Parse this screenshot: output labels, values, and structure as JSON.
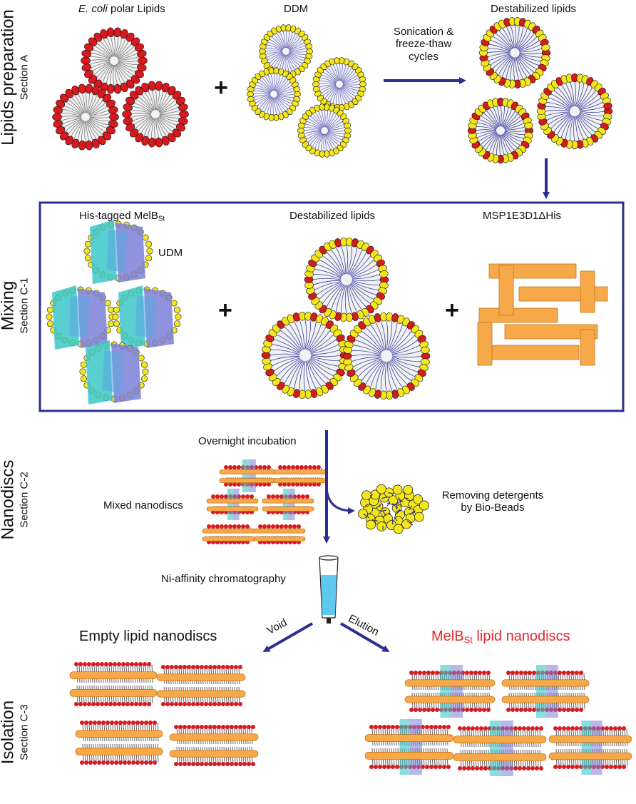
{
  "sections": {
    "a": {
      "title": "Lipids preparation",
      "subtitle": "Section A"
    },
    "c1": {
      "title": "Mixing",
      "subtitle": "Section C-1"
    },
    "c2": {
      "title": "Nanodiscs",
      "subtitle": "Section C-2"
    },
    "c3": {
      "title": "Isolation",
      "subtitle": "Section C-3"
    }
  },
  "labels": {
    "ecoli_italic": "E. coli",
    "ecoli_rest": " polar Lipids",
    "ddm": "DDM",
    "destab_top": "Destabilized lipids",
    "sonication_1": "Sonication &",
    "sonication_2": "freeze-thaw",
    "sonication_3": "cycles",
    "his_tagged_main": "His-tagged MelB",
    "his_tagged_sub": "St",
    "udm": "UDM",
    "destab_mix": "Destabilized lipids",
    "msp": "MSP1E3D1ΔHis",
    "overnight": "Overnight incubation",
    "mixed_nanodiscs": "Mixed nanodiscs",
    "removing_1": "Removing detergents",
    "removing_2": "by Bio-Beads",
    "ni_affinity": "Ni-affinity chromatography",
    "void": "Void",
    "elution": "Elution",
    "empty_nanodiscs": "Empty lipid nanodiscs",
    "melb_main": "MelB",
    "melb_sub": "St",
    "melb_rest": " lipid nanodiscs",
    "plus": "+"
  },
  "colors": {
    "arrow": "#2b2f8f",
    "lipid_head": "#d71920",
    "ddm_head": "#f4e61c",
    "msp_belt": "#f7a94a",
    "protein_cyan": "#3cc7c9",
    "protein_purple": "#7b7fd6",
    "column_liquid": "#5fc8ee",
    "melb_title": "#e3262d"
  }
}
